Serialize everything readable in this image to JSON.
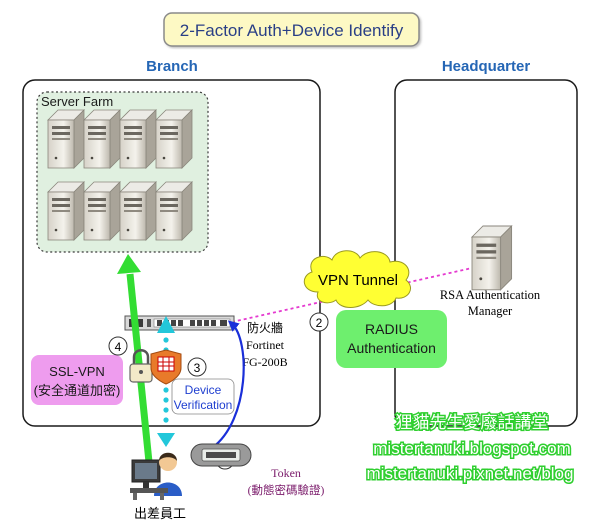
{
  "title": "2-Factor Auth+Device Identify",
  "branch": {
    "label": "Branch",
    "server_farm_label": "Server Farm"
  },
  "headquarter": {
    "label": "Headquarter",
    "rsa_line1": "RSA Authentication",
    "rsa_line2": "Manager"
  },
  "firewall": {
    "line1": "防火牆",
    "line2": "Fortinet",
    "line3": "FG-200B"
  },
  "vpn_tunnel": "VPN Tunnel",
  "radius": {
    "line1": "RADIUS",
    "line2": "Authentication"
  },
  "ssl_vpn": {
    "line1": "SSL-VPN",
    "line2": "(安全通道加密)"
  },
  "device_verification": {
    "line1": "Device",
    "line2": "Verification"
  },
  "steps": [
    "1",
    "2",
    "3",
    "4"
  ],
  "token": {
    "label": "Token",
    "sub": "(動態密碼驗證)"
  },
  "employee_label": "出差員工",
  "watermark": {
    "line1": "狸貓先生愛廢話講堂",
    "line2": "mistertanuki.blogspot.com",
    "line3": "mistertanuki.pixnet.net/blog"
  },
  "colors": {
    "title_bg": "#fdf9c4",
    "green_arrow": "#33dd33",
    "blue_arrow": "#1a2fd9",
    "cyan_dots": "#22c7da",
    "ssl_bg": "#ee9cee",
    "radius_bg": "#6eef6e",
    "vpn_cloud": "#ffff33",
    "magenta_link": "#e53ad0",
    "watermark": "#33dd33"
  }
}
